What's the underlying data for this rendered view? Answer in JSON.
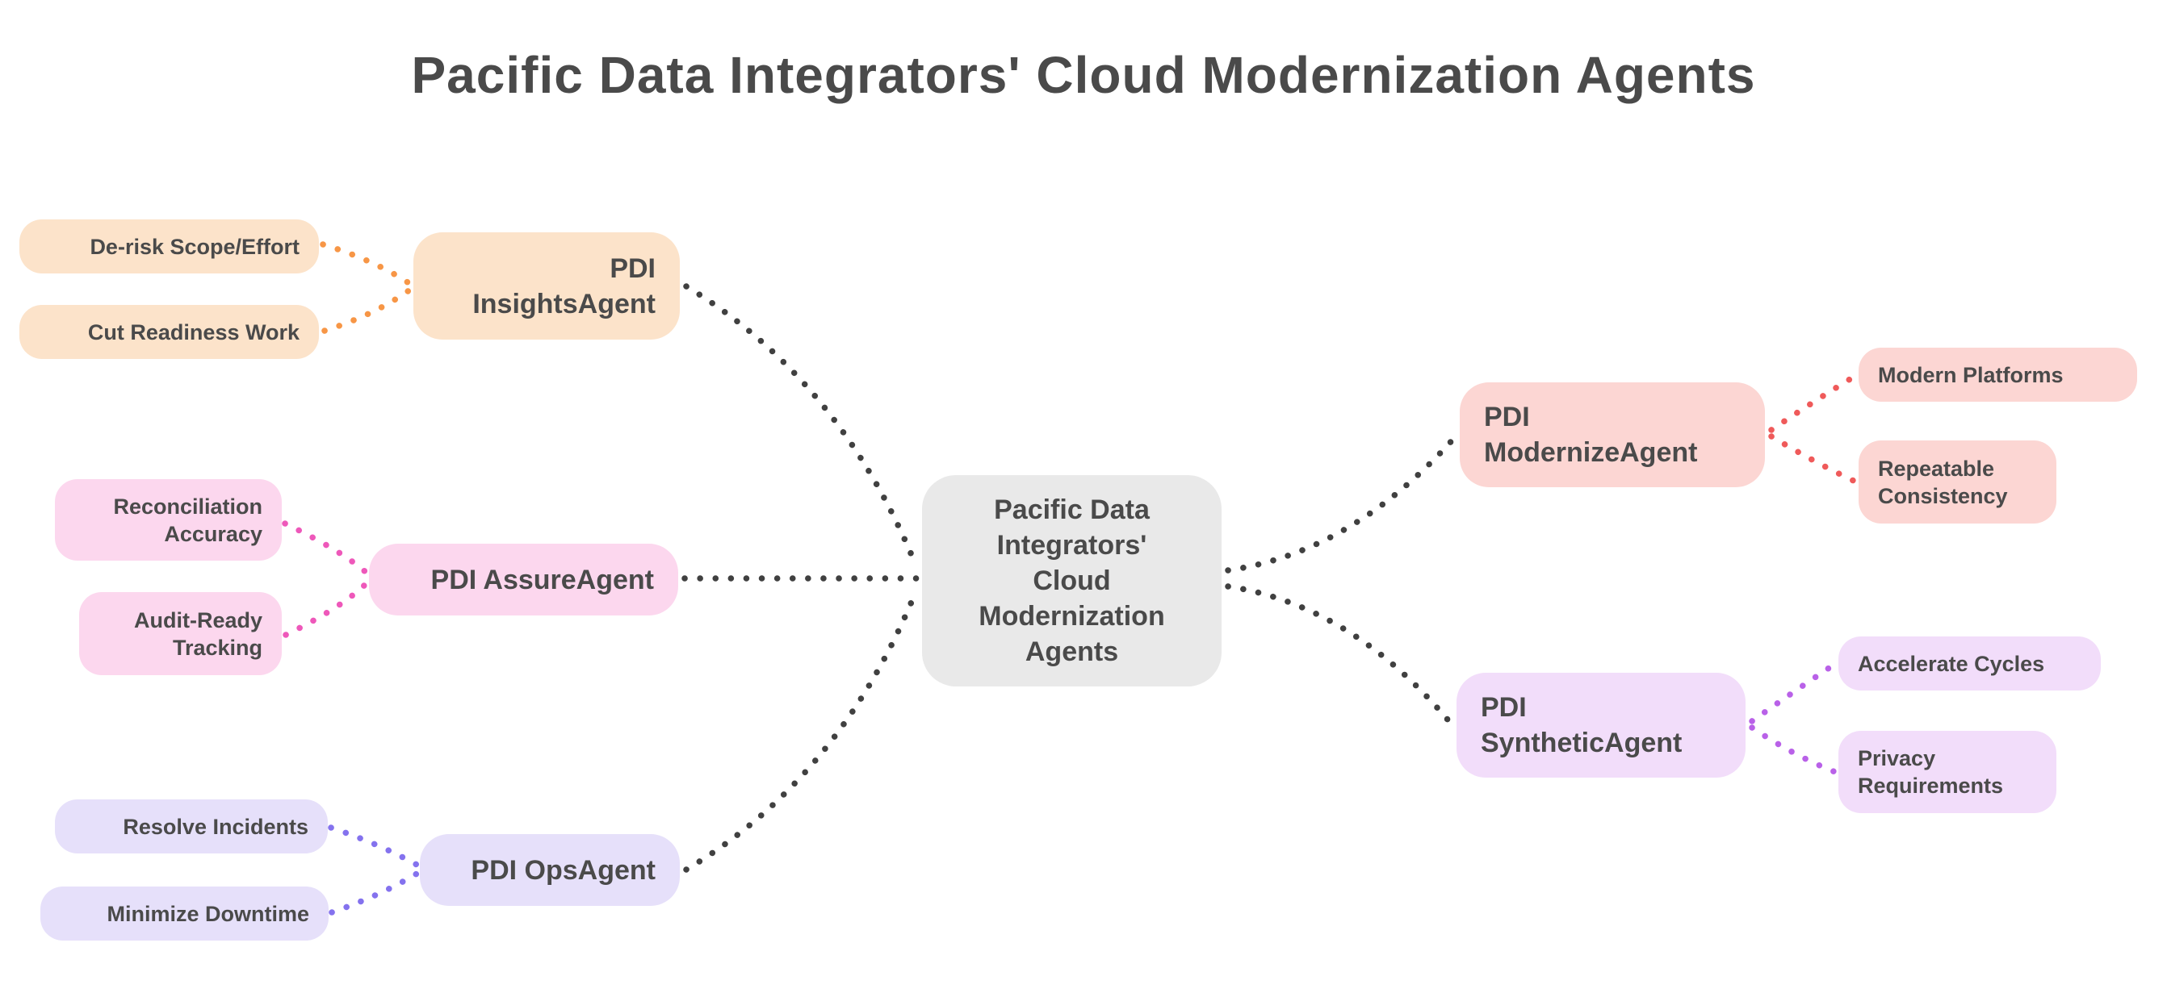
{
  "title": "Pacific Data Integrators' Cloud Modernization Agents",
  "root": {
    "label": "Pacific Data\nIntegrators'\nCloud\nModernization\nAgents",
    "fill": "#e9e9e9"
  },
  "branches": [
    {
      "id": "insights",
      "node_label": "PDI\nInsightsAgent",
      "leaves": [
        "De-risk Scope/Effort",
        "Cut Readiness Work"
      ],
      "fill": "#fce3ca",
      "edge_color": "#f79646"
    },
    {
      "id": "assure",
      "node_label": "PDI AssureAgent",
      "leaves": [
        "Reconciliation\nAccuracy",
        "Audit-Ready\nTracking"
      ],
      "fill": "#fcd7ee",
      "edge_color": "#ee58ba"
    },
    {
      "id": "ops",
      "node_label": "PDI OpsAgent",
      "leaves": [
        "Resolve Incidents",
        "Minimize Downtime"
      ],
      "fill": "#e6e0fa",
      "edge_color": "#8472ee"
    },
    {
      "id": "modernize",
      "node_label": "PDI\nModernizeAgent",
      "leaves": [
        "Modern Platforms",
        "Repeatable\nConsistency"
      ],
      "fill": "#fcd6d3",
      "edge_color": "#ef5a5a"
    },
    {
      "id": "synthetic",
      "node_label": "PDI\nSyntheticAgent",
      "leaves": [
        "Accelerate Cycles",
        "Privacy\nRequirements"
      ],
      "fill": "#f2ddfa",
      "edge_color": "#b961e8"
    }
  ],
  "colors": {
    "background": "#ffffff",
    "text": "#4a4a4a",
    "link_gray": "#404040"
  }
}
